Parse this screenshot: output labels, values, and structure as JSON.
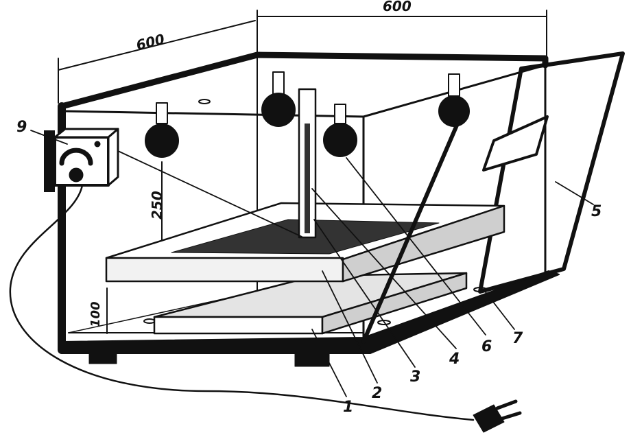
{
  "dimensions": {
    "depth": "600",
    "width": "600",
    "lamp_height": "250",
    "tray_gap": "100"
  },
  "callouts": {
    "c1": "1",
    "c2": "2",
    "c3": "3",
    "c4": "4",
    "c5": "5",
    "c6": "6",
    "c7": "7",
    "c9": "9"
  },
  "colors": {
    "ink": "#111111",
    "paper": "#ffffff",
    "wood": "#cfcfcf"
  }
}
